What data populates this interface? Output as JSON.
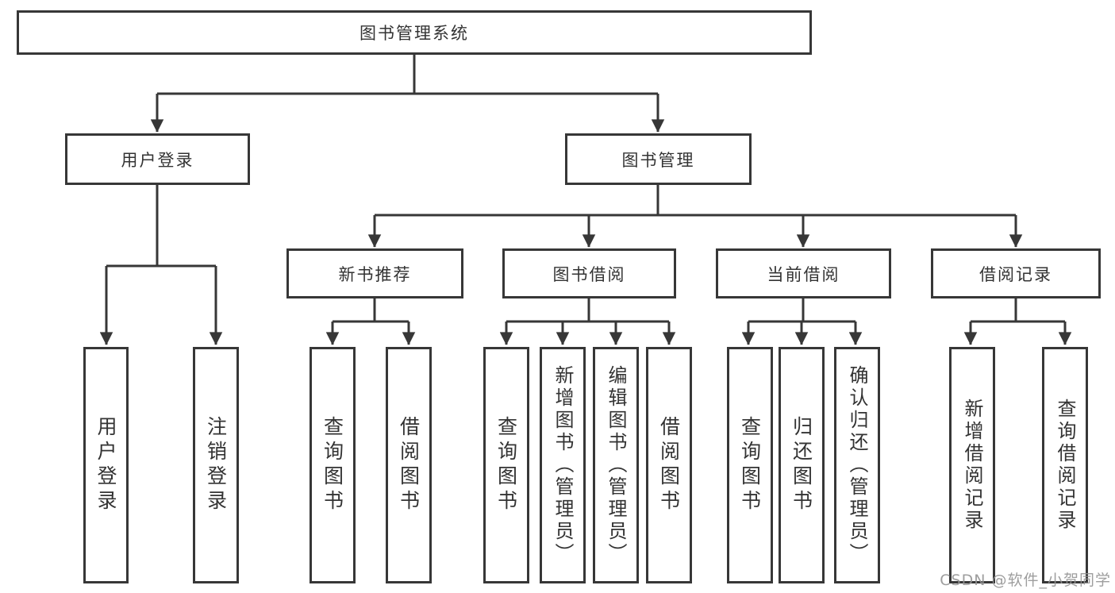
{
  "diagram": {
    "type": "hierarchy-tree",
    "line_color": "#373737",
    "text_color": "#333333",
    "background_color": "#ffffff",
    "nodes": {
      "root": "图书管理系统",
      "user_login_group": "用户登录",
      "book_mgmt_group": "图书管理",
      "new_book_group": "新书推荐",
      "book_borrow_group": "图书借阅",
      "current_borrow_group": "当前借阅",
      "borrow_record_group": "借阅记录",
      "leaf_user_login": "用户登录",
      "leaf_logout": "注销登录",
      "leaf_nb_query": "查询图书",
      "leaf_nb_borrow": "借阅图书",
      "leaf_bb_query": "查询图书",
      "leaf_bb_add": "新增图书（管理员）",
      "leaf_bb_edit": "编辑图书（管理员）",
      "leaf_bb_borrow": "借阅图书",
      "leaf_cb_query": "查询图书",
      "leaf_cb_return": "归还图书",
      "leaf_cb_confirm": "确认归还（管理员）",
      "leaf_br_add": "新增借阅记录",
      "leaf_br_query": "查询借阅记录"
    },
    "structure": {
      "图书管理系统": {
        "用户登录": [
          "用户登录",
          "注销登录"
        ],
        "图书管理": {
          "新书推荐": [
            "查询图书",
            "借阅图书"
          ],
          "图书借阅": [
            "查询图书",
            "新增图书（管理员）",
            "编辑图书（管理员）",
            "借阅图书"
          ],
          "当前借阅": [
            "查询图书",
            "归还图书",
            "确认归还（管理员）"
          ],
          "借阅记录": [
            "新增借阅记录",
            "查询借阅记录"
          ]
        }
      }
    },
    "watermark": "CSDN @软件_小贺同学"
  }
}
